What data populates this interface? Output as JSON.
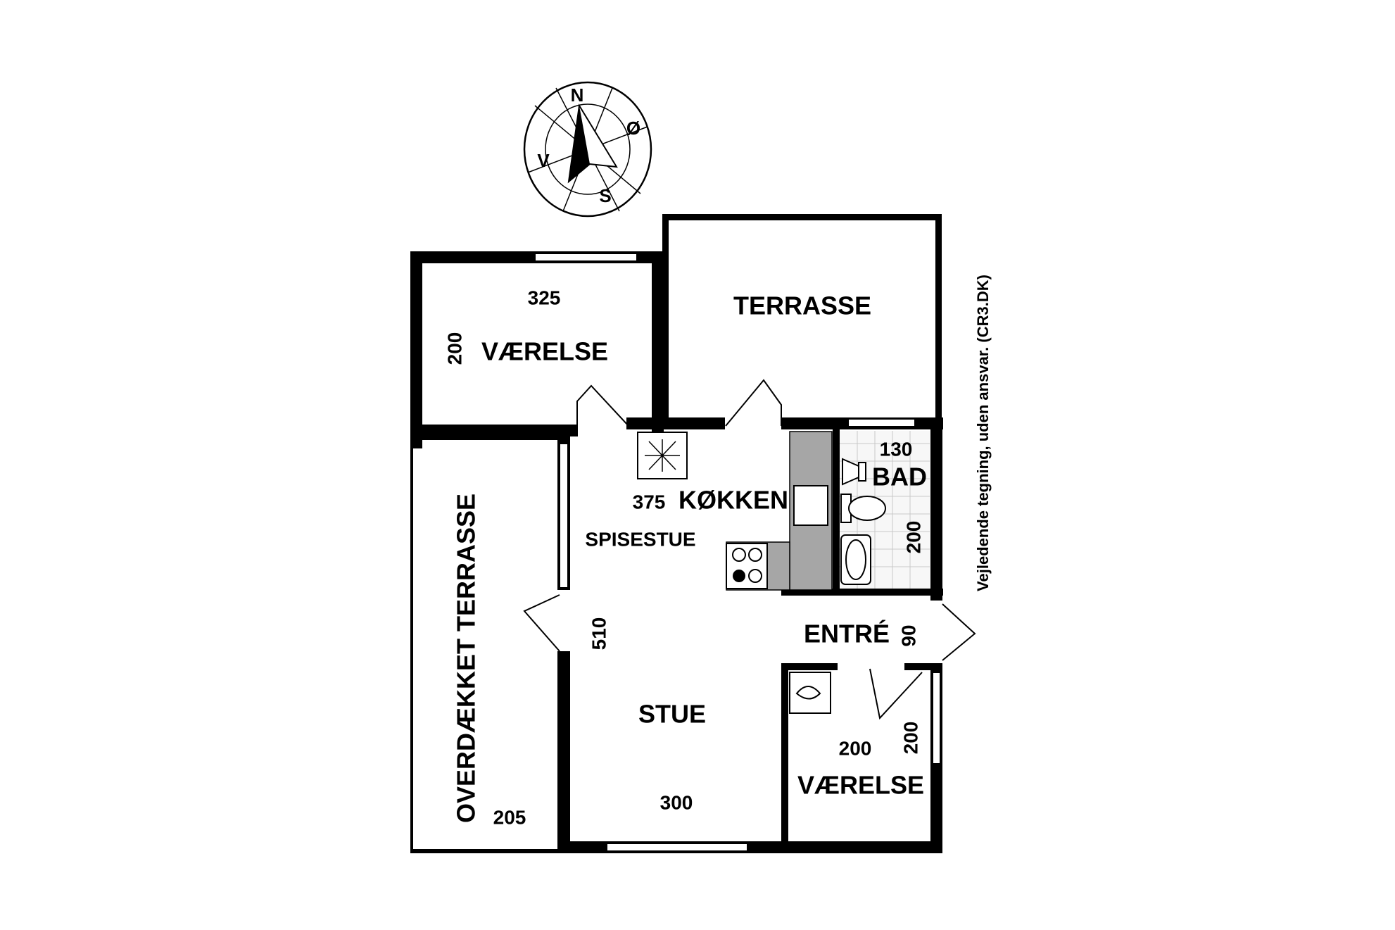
{
  "compass": {
    "north": "N",
    "east": "Ø",
    "south": "S",
    "west": "V"
  },
  "rooms": {
    "bedroom_top": {
      "name": "VÆRELSE",
      "width": "325",
      "depth": "200"
    },
    "terrace": {
      "name": "TERRASSE"
    },
    "covered_terrace": {
      "name": "OVERDÆKKET TERRASSE",
      "width": "205"
    },
    "kitchen": {
      "name": "KØKKEN",
      "dim": "375"
    },
    "dining": {
      "name": "SPISESTUE"
    },
    "living": {
      "name": "STUE",
      "depth": "510",
      "width": "300"
    },
    "bath": {
      "name": "BAD",
      "width": "130",
      "depth": "200"
    },
    "entrance": {
      "name": "ENTRÉ",
      "width": "90"
    },
    "bedroom_bottom": {
      "name": "VÆRELSE",
      "width": "200",
      "depth": "200"
    }
  },
  "disclaimer": "Vejledende tegning, uden ansvar. (CR3.DK)",
  "colors": {
    "wall": "#000000",
    "counter": "#a6a6a6",
    "background": "#ffffff"
  }
}
